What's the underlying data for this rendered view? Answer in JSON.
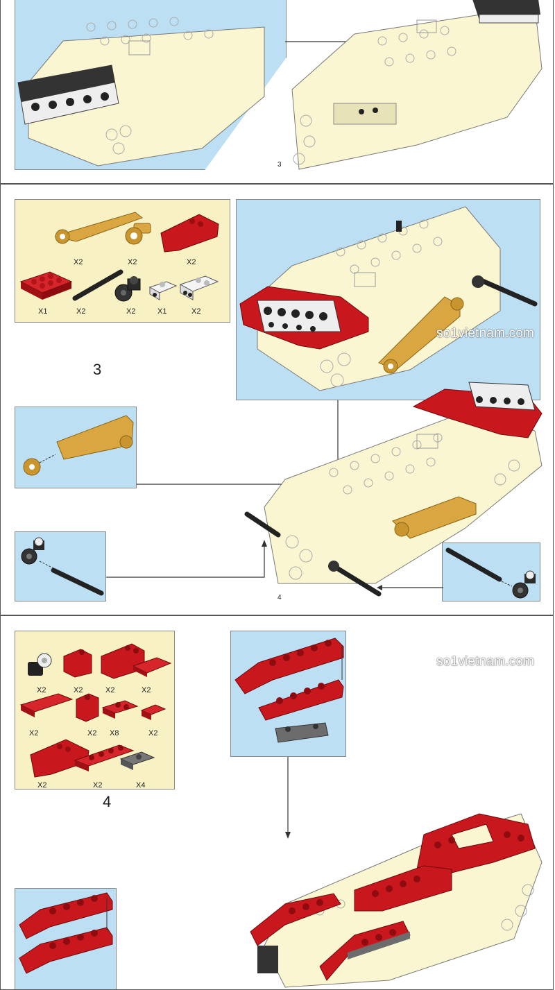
{
  "watermark": "so1vietnam.com",
  "colors": {
    "blue_panel": "#bcdff3",
    "parts_bg": "#f7f1c4",
    "brick_cream": "#fbf6d2",
    "brick_red": "#c8171d",
    "brick_tan": "#d9a642",
    "brick_black": "#2a2a2a",
    "brick_gray": "#6c6c6c"
  },
  "panel1": {
    "page_number": "3"
  },
  "panel2": {
    "step_number": "3",
    "page_number": "4",
    "parts": [
      {
        "icon": "tan-beam-icon",
        "qty": "X2"
      },
      {
        "icon": "tan-connector-icon",
        "qty": "X2"
      },
      {
        "icon": "red-curved-slope-icon",
        "qty": "X2"
      },
      {
        "icon": "red-plate-icon",
        "qty": "X1"
      },
      {
        "icon": "black-axle-icon",
        "qty": "X2"
      },
      {
        "icon": "black-axle-connector-icon",
        "qty": "X2"
      },
      {
        "icon": "white-bracket-icon",
        "qty": "X1"
      },
      {
        "icon": "white-bracket-2x2-icon",
        "qty": "X2"
      }
    ]
  },
  "panel3": {
    "step_number": "4",
    "parts": [
      {
        "icon": "black-pin-connector-icon",
        "qty": "X2"
      },
      {
        "icon": "red-slope-icon",
        "qty": "X2"
      },
      {
        "icon": "red-slope-double-icon",
        "qty": "X2"
      },
      {
        "icon": "red-tile-icon",
        "qty": "X2"
      },
      {
        "icon": "red-long-tile-icon",
        "qty": "X2"
      },
      {
        "icon": "red-brick-icon",
        "qty": "X2"
      },
      {
        "icon": "red-plate-1x2-icon",
        "qty": "X8"
      },
      {
        "icon": "red-tile-small-icon",
        "qty": "X2"
      },
      {
        "icon": "red-curved-slope-icon",
        "qty": "X2"
      },
      {
        "icon": "red-plate-1x4-icon",
        "qty": "X2"
      },
      {
        "icon": "gray-plate-icon",
        "qty": "X4"
      }
    ]
  }
}
